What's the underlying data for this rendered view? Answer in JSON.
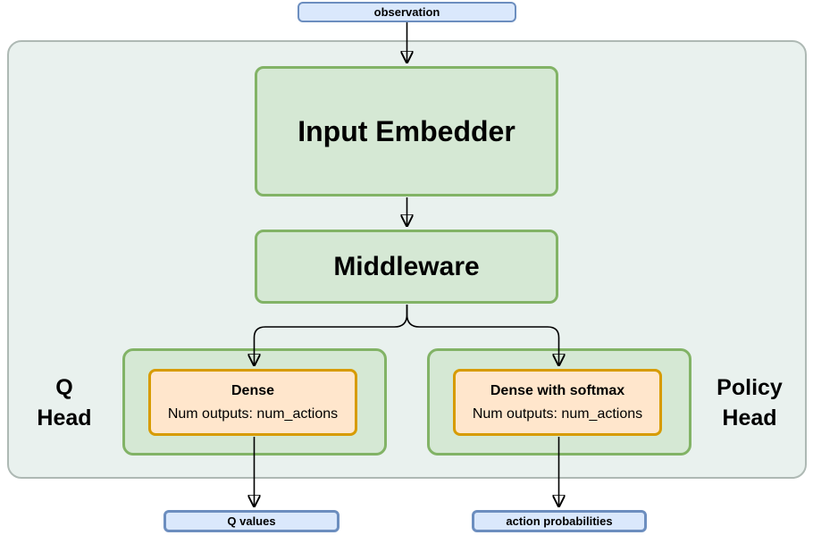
{
  "diagram": {
    "title_hint": "Reinforcement learning network architecture",
    "observation_label": "observation",
    "input_embedder_label": "Input Embedder",
    "middleware_label": "Middleware",
    "q_head": {
      "side_label": "Q\nHead",
      "dense_title": "Dense",
      "dense_subtitle": "Num outputs: num_actions",
      "output_label": "Q values"
    },
    "policy_head": {
      "side_label": "Policy\nHead",
      "dense_title": "Dense with softmax",
      "dense_subtitle": "Num outputs: num_actions",
      "output_label": "action probabilities"
    },
    "colors": {
      "io_fill": "#dae8fc",
      "io_border": "#6c8ebf",
      "green_fill": "#d5e8d4",
      "green_border": "#82b366",
      "orange_fill": "#ffe6cc",
      "orange_border": "#d79b00",
      "container_fill": "#e9f1ee",
      "container_border": "#aeb9b4",
      "connector": "#000000",
      "text": "#000000"
    }
  }
}
